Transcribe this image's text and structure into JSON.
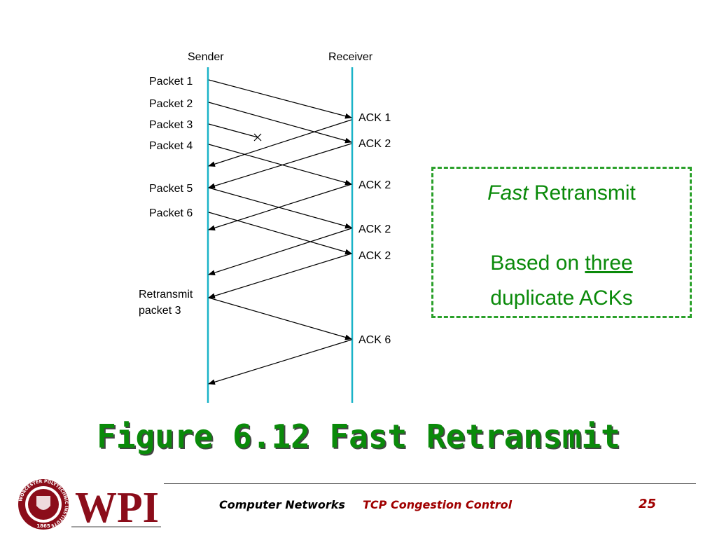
{
  "diagram": {
    "sender_label": "Sender",
    "receiver_label": "Receiver",
    "packets": [
      "Packet 1",
      "Packet 2",
      "Packet 3",
      "Packet 4",
      "Packet 5",
      "Packet 6"
    ],
    "retransmit_label_line1": "Retransmit",
    "retransmit_label_line2": "packet 3",
    "acks": [
      "ACK 1",
      "ACK 2",
      "ACK 2",
      "ACK 2",
      "ACK 2",
      "ACK 6"
    ],
    "lost_packet": "Packet 3",
    "colors": {
      "timeline": "#1ab3c8",
      "arrow": "#000000"
    }
  },
  "callout": {
    "title_italic": "Fast",
    "title_rest": " Retransmit",
    "line1_prefix": "Based on ",
    "line1_underlined": "three",
    "line2": "duplicate ACKs",
    "color": "#0a8a0a"
  },
  "slide": {
    "title": "Figure 6.12 Fast Retransmit",
    "footer_course": "Computer Networks",
    "footer_topic": "TCP Congestion Control",
    "page_number": "25",
    "logo_text": "WPI",
    "logo_ring_text": "WORCESTER POLYTECHNIC INSTITUTE",
    "logo_year": "1865"
  }
}
